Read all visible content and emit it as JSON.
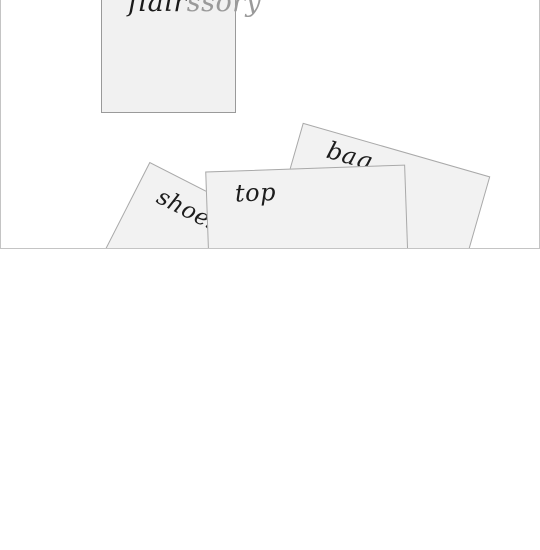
{
  "cards": {
    "logo": {
      "dark_text": "flair",
      "light_text": "ssory"
    },
    "shoes": {
      "label": "shoes"
    },
    "top": {
      "label": "top"
    },
    "bag": {
      "label": "bag"
    }
  }
}
